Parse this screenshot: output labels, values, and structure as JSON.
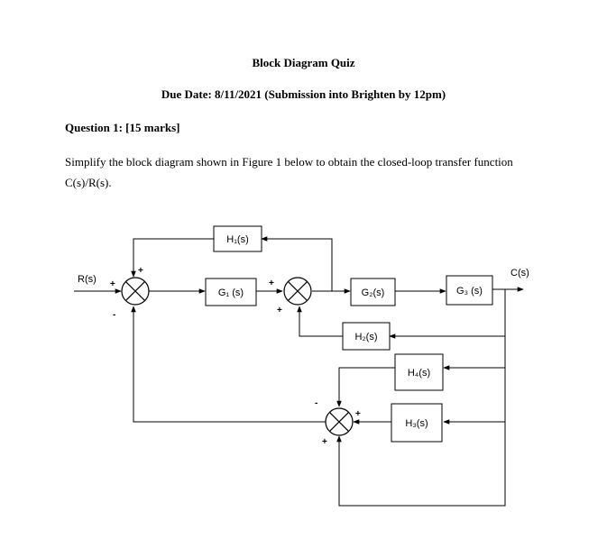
{
  "quiz": {
    "title": "Block Diagram Quiz",
    "due_date": "Due Date: 8/11/2021 (Submission into Brighten by 12pm)",
    "question_heading": "Question 1: [15 marks]",
    "instruction_line1": "Simplify the block diagram shown in Figure 1 below to obtain the closed-loop transfer function",
    "instruction_line2": "C(s)/R(s)."
  },
  "diagram": {
    "input_label": "R(s)",
    "output_label": "C(s)",
    "blocks": {
      "g1": "G₁ (s)",
      "g2": "G₂(s)",
      "g3": "G₃ (s)",
      "h1": "H₁(s)",
      "h2": "H₂(s)",
      "h3": "H₃(s)",
      "h4": "H₄(s)"
    },
    "signs": {
      "s1_left": "+",
      "s1_top": "+",
      "s1_bottom": "-",
      "s2_left": "+",
      "s2_bottom": "+",
      "s3_top": "-",
      "s3_right": "+",
      "s3_bottom": "+"
    }
  }
}
